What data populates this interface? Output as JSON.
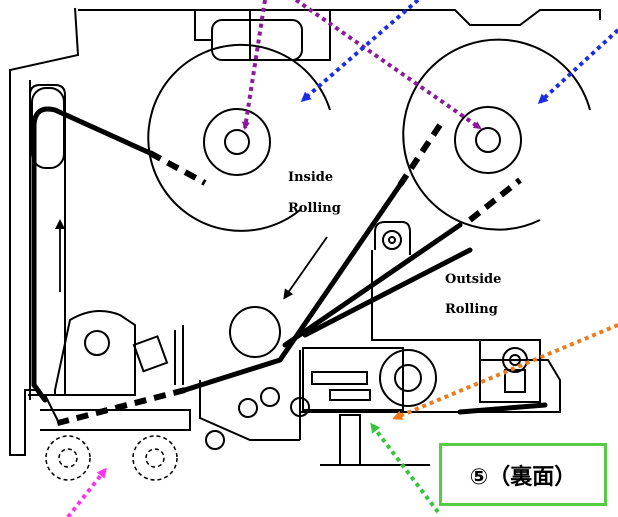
{
  "labels": {
    "inside_rolling_1": "Inside",
    "inside_rolling_2": "Rolling",
    "outside_rolling_1": "Outside",
    "outside_rolling_2": "Rolling"
  },
  "callout": {
    "text": "⑤（裏面）"
  },
  "colors": {
    "purple_arrow": "#8b1a9a",
    "blue_arrow": "#1c2fe0",
    "orange_arrow": "#f07a18",
    "green_arrow": "#35c43a",
    "magenta_arrow": "#ff33ee",
    "callout_border": "#55cc44"
  }
}
